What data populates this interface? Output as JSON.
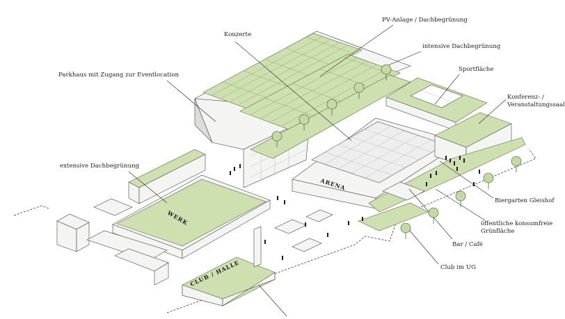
{
  "labels": {
    "pv": "PV-Anlage / Dachbegrünung",
    "konzerte": "Konzerte",
    "intensive": "intensive Dachbegrünung",
    "parkhaus": "Parkhaus mit Zugang zur Eventlocation",
    "sportflaeche": "Sportfläche",
    "konferenz_1": "Konferenz- /",
    "konferenz_2": "Veranstaltungssaal",
    "extensive": "extensive Dachbegrünung",
    "biergarten": "Biergarten Gleishof",
    "gruen_1": "öffentliche konsumfreie",
    "gruen_2": "Grünfläche",
    "bar": "Bar / Café",
    "club_ug": "Club im UG"
  },
  "buildings": {
    "arena": "ARENA",
    "werk": "WERK",
    "club_halle": "CLUB / HALLE"
  },
  "colors": {
    "green_roof": "#cfe0b0",
    "building": "#f4f4f2",
    "line": "#222222"
  }
}
